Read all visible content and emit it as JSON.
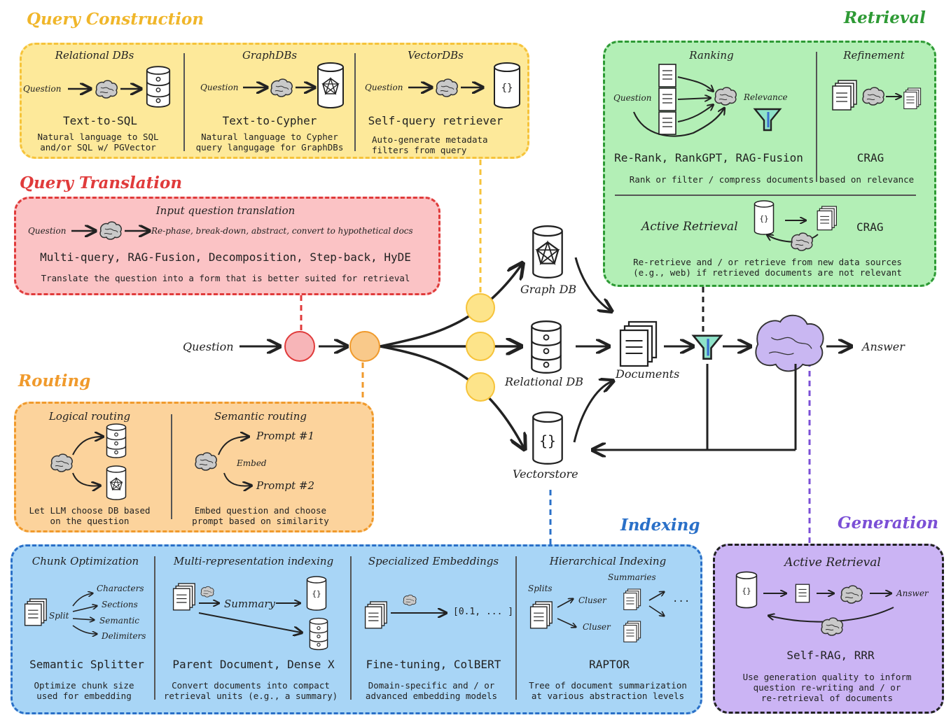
{
  "sections": {
    "query_construction": {
      "title": "Query Construction",
      "color": "#f6c33a",
      "panels": [
        {
          "header": "Relational DBs",
          "input": "Question",
          "name": "Text-to-SQL",
          "desc1": "Natural language to SQL",
          "desc2": "and/or SQL w/ PGVector"
        },
        {
          "header": "GraphDBs",
          "input": "Question",
          "name": "Text-to-Cypher",
          "desc1": "Natural language to Cypher",
          "desc2": "query langugage for GraphDBs"
        },
        {
          "header": "VectorDBs",
          "input": "Question",
          "name": "Self-query retriever",
          "desc1": "Auto-generate metadata",
          "desc2": "filters from query"
        }
      ]
    },
    "query_translation": {
      "title": "Query Translation",
      "color": "#e03b3b",
      "header": "Input question translation",
      "input": "Question",
      "flow": "Re-phase, break-down, abstract, convert to hypothetical docs",
      "methods": "Multi-query, RAG-Fusion, Decomposition, Step-back, HyDE",
      "desc": "Translate the question into a form that is better suited for retrieval"
    },
    "routing": {
      "title": "Routing",
      "color": "#f09a2c",
      "logical": {
        "header": "Logical routing",
        "desc1": "Let LLM choose DB based",
        "desc2": "on the question"
      },
      "semantic": {
        "header": "Semantic routing",
        "prompt1": "Prompt #1",
        "embed": "Embed",
        "prompt2": "Prompt #2",
        "desc1": "Embed question and choose",
        "desc2": "prompt based on similarity"
      }
    },
    "retrieval": {
      "title": "Retrieval",
      "color": "#2e9a35",
      "ranking": {
        "header": "Ranking",
        "input": "Question",
        "relevance": "Relevance",
        "methods": "Re-Rank, RankGPT, RAG-Fusion"
      },
      "refinement": {
        "header": "Refinement",
        "methods": "CRAG"
      },
      "rank_desc": "Rank or filter / compress documents based on relevance",
      "active": {
        "header": "Active Retrieval",
        "methods": "CRAG",
        "desc1": "Re-retrieve and / or retrieve from new data sources",
        "desc2": "(e.g., web) if retrieved documents are not relevant"
      }
    },
    "indexing": {
      "title": "Indexing",
      "color": "#2a70c8",
      "panels": [
        {
          "header": "Chunk Optimization",
          "split": "Split",
          "items": [
            "Characters",
            "Sections",
            "Semantic",
            "Delimiters"
          ],
          "name": "Semantic Splitter",
          "desc1": "Optimize chunk size",
          "desc2": "used for embedding"
        },
        {
          "header": "Multi-representation indexing",
          "summary": "Summary",
          "name": "Parent Document, Dense X",
          "desc1": "Convert documents into compact",
          "desc2": "retrieval units (e.g., a summary)"
        },
        {
          "header": "Specialized Embeddings",
          "vector": "[0.1, ... ]",
          "name": "Fine-tuning, ColBERT",
          "desc1": "Domain-specific and / or",
          "desc2": "advanced embedding models"
        },
        {
          "header": "Hierarchical Indexing",
          "summaries": "Summaries",
          "splits": "Splits",
          "cluster1": "Cluser",
          "cluster2": "Cluser",
          "dots": "...",
          "name": "RAPTOR",
          "desc1": "Tree of document summarization",
          "desc2": "at various abstraction levels"
        }
      ]
    },
    "generation": {
      "title": "Generation",
      "color": "#7b4fd6",
      "header": "Active Retrieval",
      "answer": "Answer",
      "methods": "Self-RAG, RRR",
      "desc1": "Use generation quality to inform",
      "desc2": "question re-writing and / or",
      "desc3": "re-retrieval of documents"
    }
  },
  "center": {
    "question": "Question",
    "graph_db": "Graph DB",
    "relational_db": "Relational DB",
    "vectorstore": "Vectorstore",
    "documents": "Documents",
    "answer": "Answer"
  },
  "icons": [
    "brain-icon",
    "database-icon",
    "graph-database-icon",
    "vector-database-icon",
    "document-icon",
    "filter-icon",
    "arrow-icon"
  ]
}
